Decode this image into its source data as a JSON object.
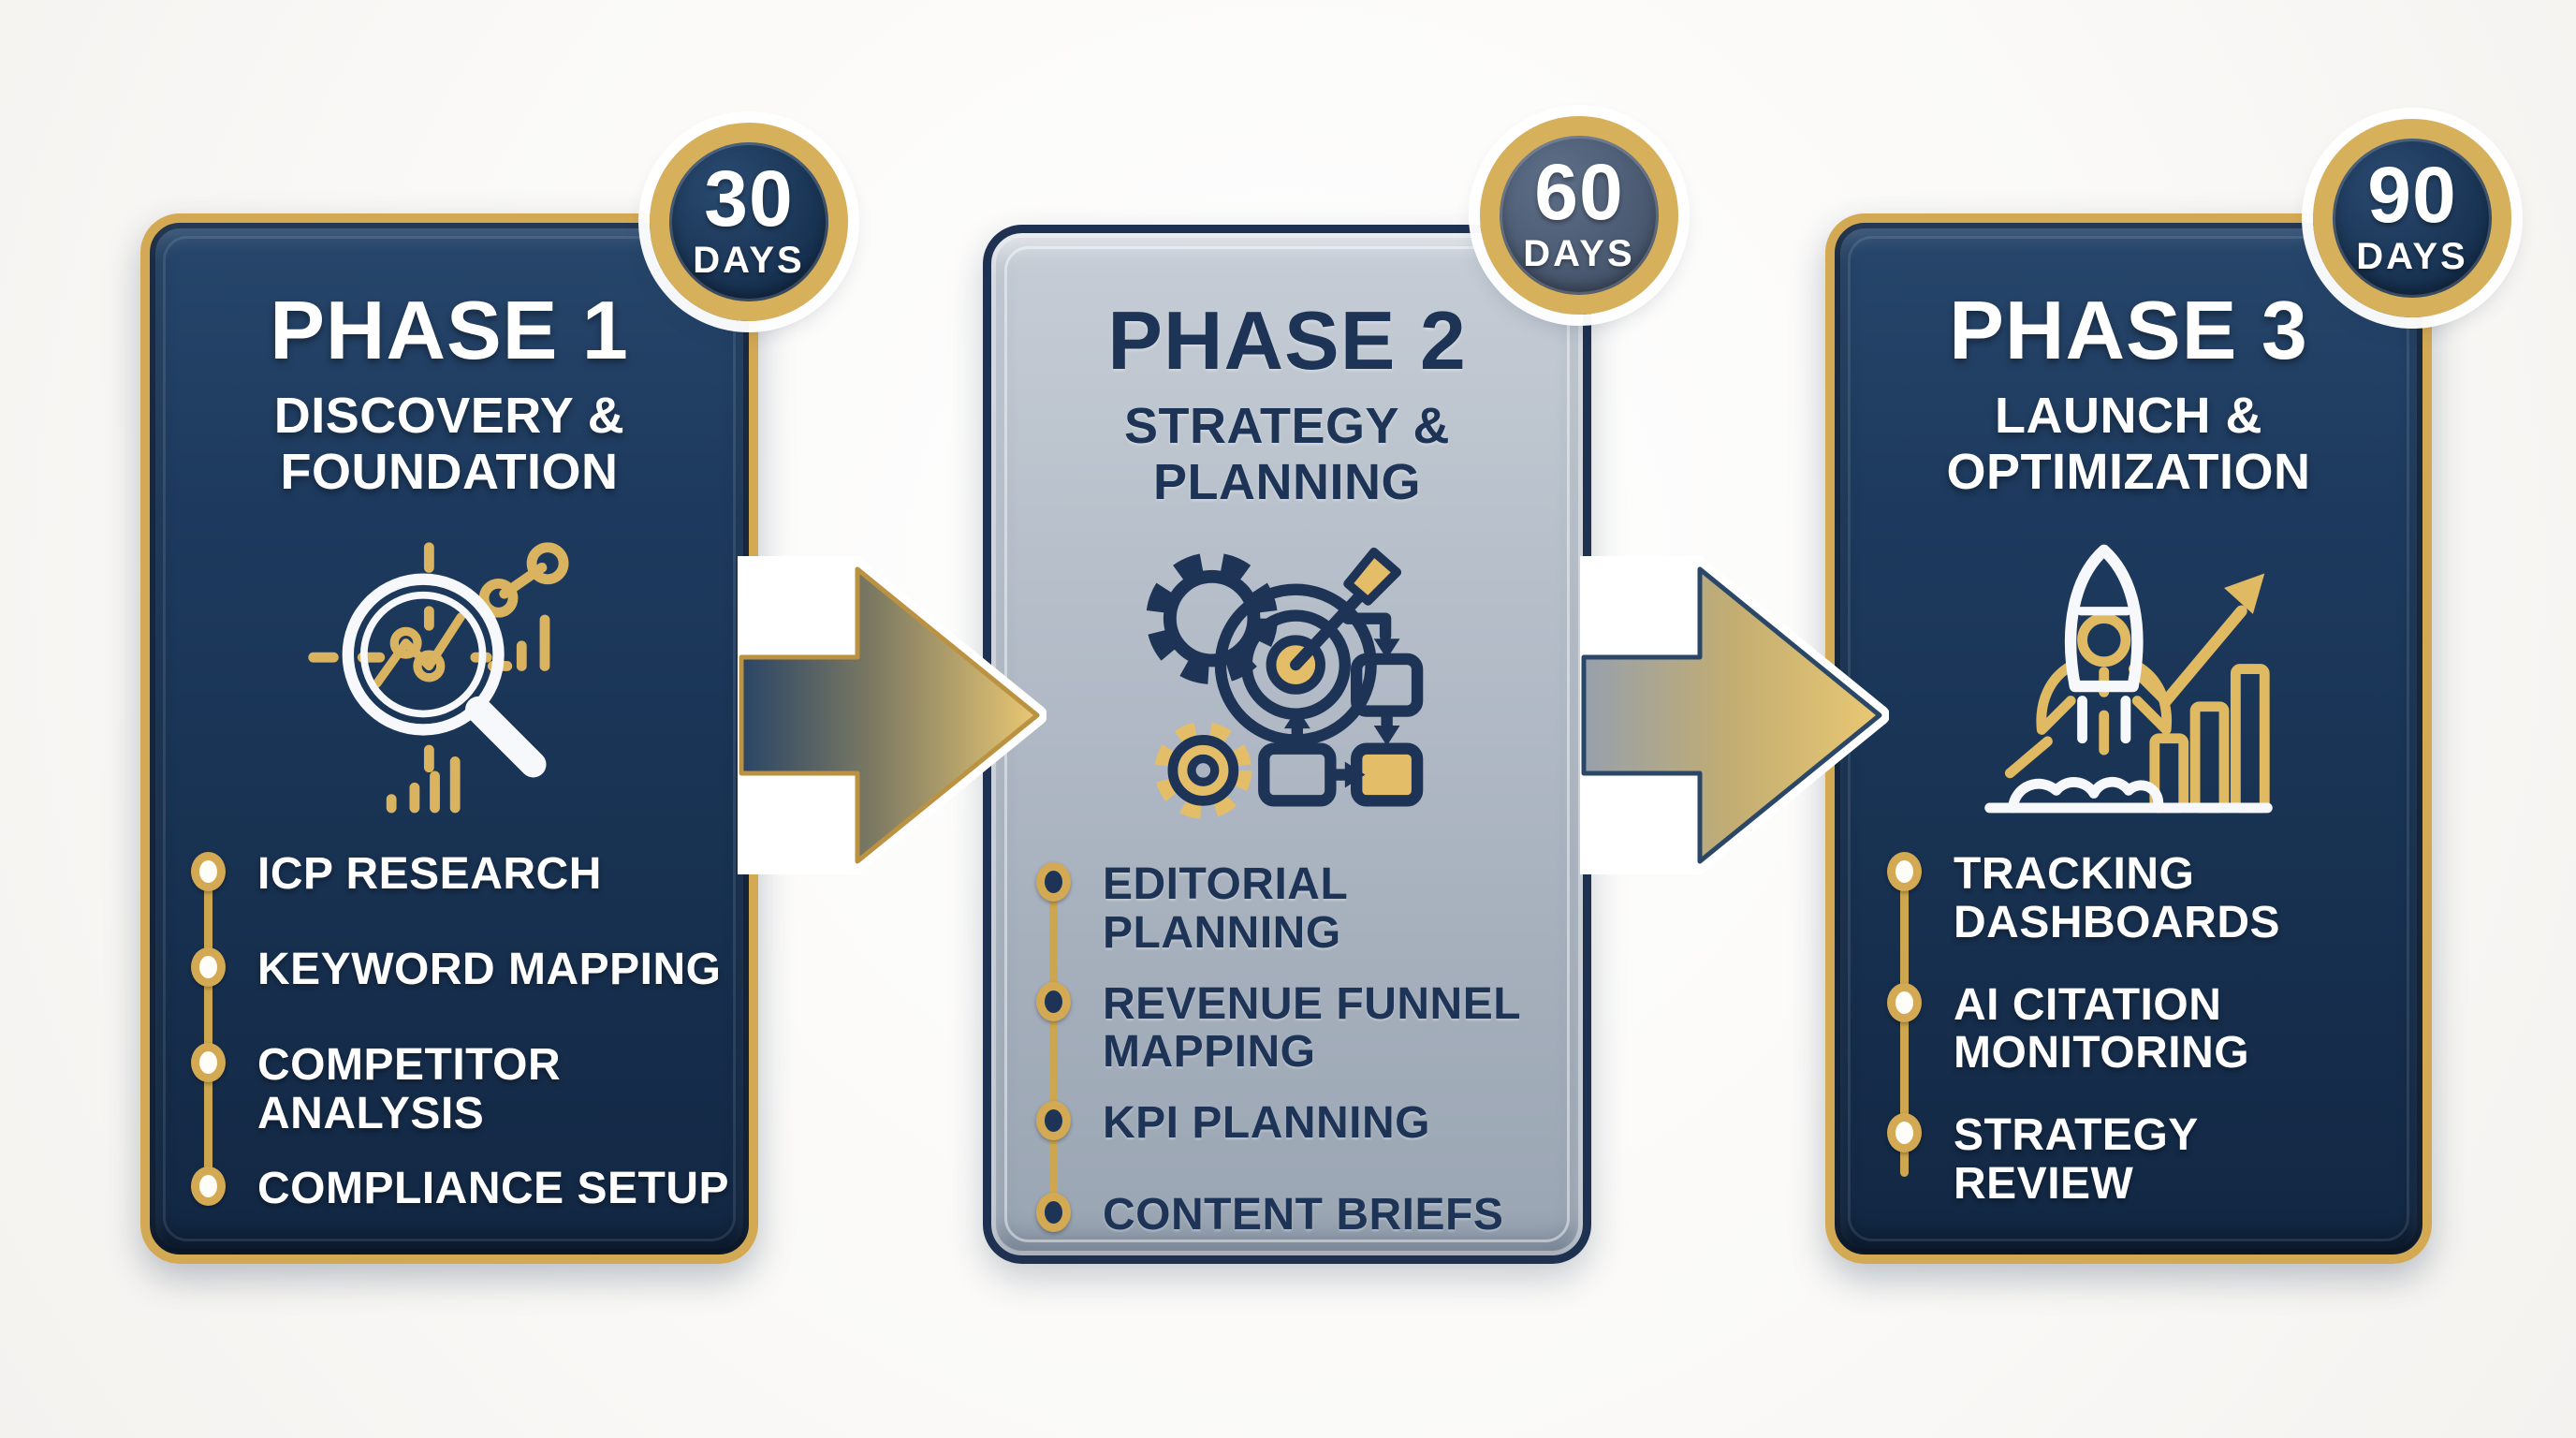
{
  "phases": [
    {
      "badge": {
        "value": "30",
        "unit": "DAYS"
      },
      "title": "PHASE 1",
      "subtitle_lines": [
        "DISCOVERY &",
        "FOUNDATION"
      ],
      "icon": "magnifier-analytics-icon",
      "items": [
        "ICP RESEARCH",
        "KEYWORD MAPPING",
        "COMPETITOR ANALYSIS",
        "COMPLIANCE SETUP"
      ]
    },
    {
      "badge": {
        "value": "60",
        "unit": "DAYS"
      },
      "title": "PHASE 2",
      "subtitle_lines": [
        "STRATEGY &",
        "PLANNING"
      ],
      "icon": "target-gears-flowchart-icon",
      "items": [
        "EDITORIAL PLANNING",
        "REVENUE FUNNEL MAPPING",
        "KPI PLANNING",
        "CONTENT BRIEFS"
      ]
    },
    {
      "badge": {
        "value": "90",
        "unit": "DAYS"
      },
      "title": "PHASE 3",
      "subtitle_lines": [
        "LAUNCH &",
        "OPTIMIZATION"
      ],
      "icon": "rocket-growth-chart-icon",
      "items": [
        "TRACKING DASHBOARDS",
        "AI CITATION MONITORING",
        "STRATEGY REVIEW"
      ]
    }
  ],
  "colors": {
    "navy_panel": "#17304f",
    "navy_text": "#1e3456",
    "gold": "#d3a954",
    "silver_panel": "#aab4c0",
    "badge_slate": "#4e5e76",
    "white": "#ffffff"
  }
}
